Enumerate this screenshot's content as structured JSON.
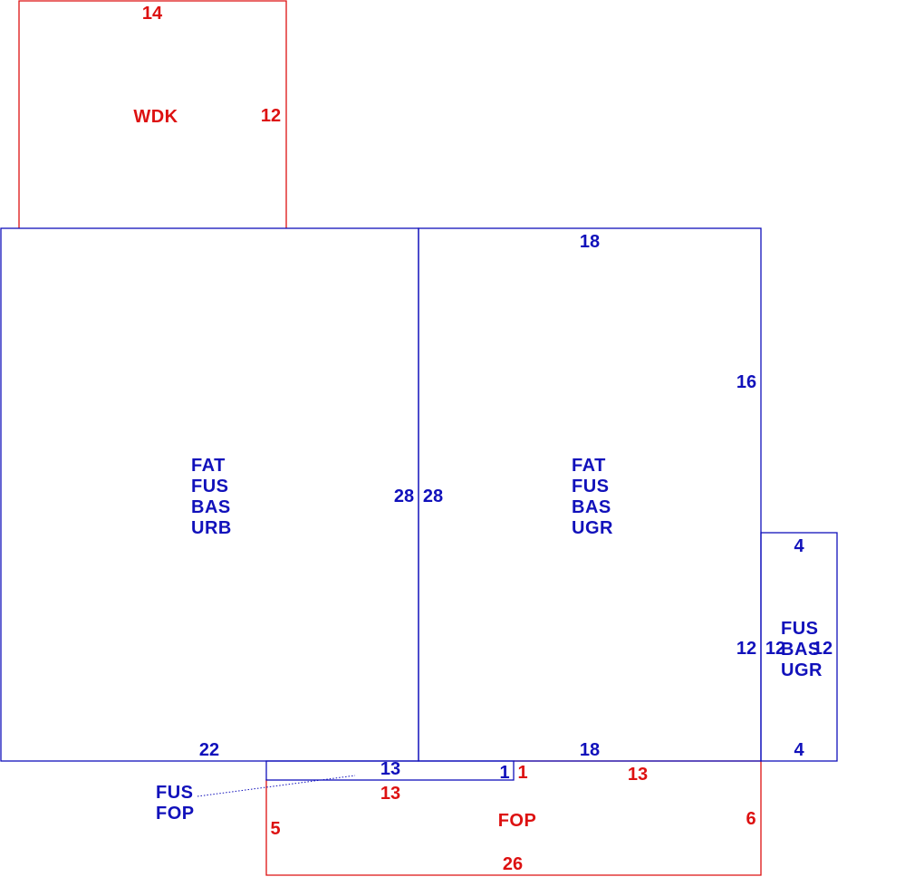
{
  "colors": {
    "blue": "#1111bb",
    "red": "#dd1111",
    "background": "#ffffff"
  },
  "areas": {
    "wdk": {
      "codes": [
        "WDK"
      ],
      "dims": {
        "top": "14",
        "right": "12"
      }
    },
    "left_main": {
      "codes": [
        "FAT",
        "FUS",
        "BAS",
        "URB"
      ],
      "dims": {
        "bottom": "22",
        "right": "28"
      }
    },
    "right_main": {
      "codes": [
        "FAT",
        "FUS",
        "BAS",
        "UGR"
      ],
      "dims": {
        "top": "18",
        "left": "28",
        "right": "16",
        "bottom": "18"
      }
    },
    "side_wing": {
      "codes": [
        "FUS",
        "BAS",
        "UGR"
      ],
      "dims": {
        "top": "4",
        "left_outer": "12",
        "left_inner": "12",
        "right": "12",
        "bottom": "4"
      }
    },
    "small_strip": {
      "codes": [
        "FUS",
        "FOP"
      ],
      "dims": {
        "top": "13",
        "right": "1"
      }
    },
    "fop": {
      "codes": [
        "FOP"
      ],
      "dims": {
        "top_left": "13",
        "notch": "1",
        "top_right": "13",
        "left": "5",
        "right": "6",
        "bottom": "26"
      }
    }
  }
}
